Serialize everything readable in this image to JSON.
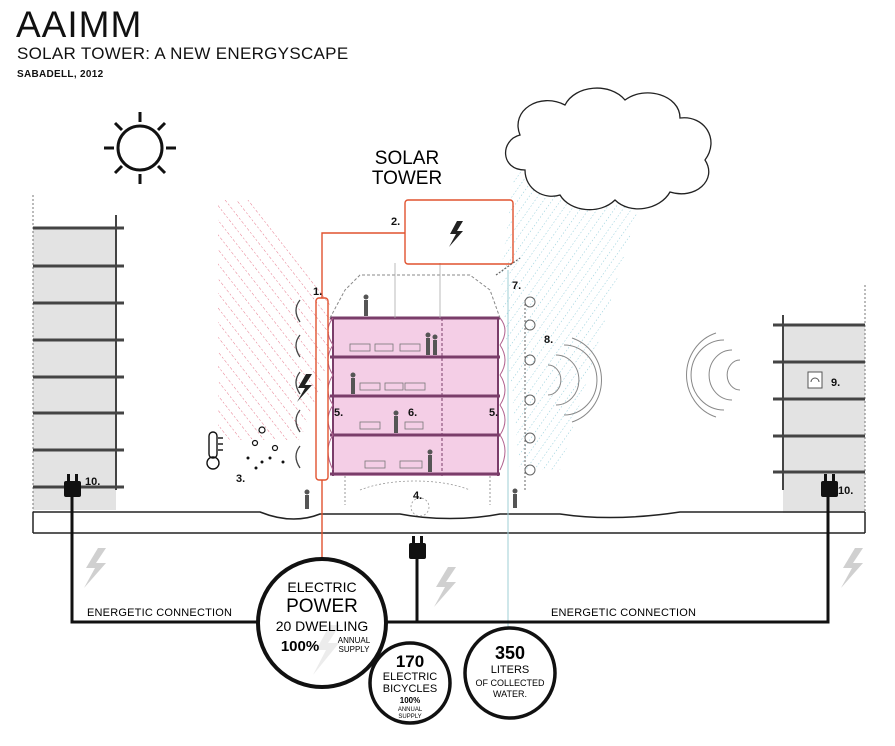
{
  "header": {
    "brand": "AAIMM",
    "subtitle": "SOLAR TOWER: A NEW ENERGYSCAPE",
    "place_year": "SABADELL, 2012"
  },
  "diagram": {
    "tower_title_line1": "SOLAR",
    "tower_title_line2": "TOWER",
    "labels": {
      "n1": "1.",
      "n2": "2.",
      "n3": "3.",
      "n4": "4.",
      "n5a": "5.",
      "n5b": "5.",
      "n6": "6.",
      "n7": "7.",
      "n8": "8.",
      "n9": "9.",
      "n10a": "10.",
      "n10b": "10."
    },
    "connection_left": "ENERGETIC CONNECTION",
    "connection_right": "ENERGETIC CONNECTION",
    "colors": {
      "power_line": "#e0522f",
      "rain": "#7ec4d4",
      "membrane": "#f2c6e2",
      "frame": "#7a3d6a",
      "building_gray": "#e3e3e3"
    },
    "icons": [
      "sun-icon",
      "cloud-icon",
      "lightning-icon",
      "thermometer-icon",
      "plug-icon",
      "wifi-icon"
    ]
  },
  "stats": {
    "power": {
      "line1": "ELECTRIC",
      "line2": "POWER",
      "line3": "20 DWELLING",
      "percent": "100%",
      "note1": "ANNUAL",
      "note2": "SUPPLY"
    },
    "bicycles": {
      "value": "170",
      "line1": "ELECTRIC",
      "line2": "BICYCLES",
      "note1": "100%",
      "note2": "ANNUAL",
      "note3": "SUPPLY"
    },
    "water": {
      "value": "350",
      "line1": "LITERS",
      "line2": "OF COLLECTED",
      "line3": "WATER."
    }
  }
}
